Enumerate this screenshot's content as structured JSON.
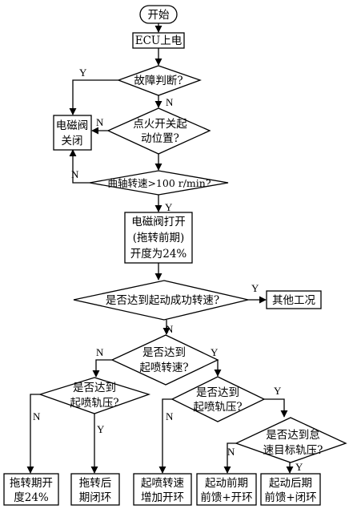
{
  "start": "开始",
  "ecu_power": "ECU上电",
  "fault_check": "故障判断?",
  "valve_close": [
    "电磁阀",
    "关闭"
  ],
  "ignition_check": [
    "点火开关起",
    "动位置?"
  ],
  "crank_speed_check": "曲轴转速>100 r/min?",
  "valve_open": [
    "电磁阀打开",
    "(拖转前期)",
    "开度为24%"
  ],
  "start_speed_check": "是否达到起动成功转速?",
  "other_conditions": "其他工况",
  "injection_speed_check": [
    "是否达到",
    "起喷转速?"
  ],
  "rail_pressure_check_left": [
    "是否达到",
    "起喷轨压?"
  ],
  "rail_pressure_check_right": [
    "是否达到",
    "起喷轨压?"
  ],
  "idle_pressure_check": [
    "是否达到怠",
    "速目标轨压?"
  ],
  "outcomes": [
    [
      "拖转期开",
      "度24%"
    ],
    [
      "拖转后",
      "期闭环"
    ],
    [
      "起喷转速",
      "增加开环"
    ],
    [
      "起动前期",
      "前馈+开环"
    ],
    [
      "起动后期",
      "前馈+闭环"
    ]
  ],
  "labels": {
    "yes": "Y",
    "no": "N"
  }
}
